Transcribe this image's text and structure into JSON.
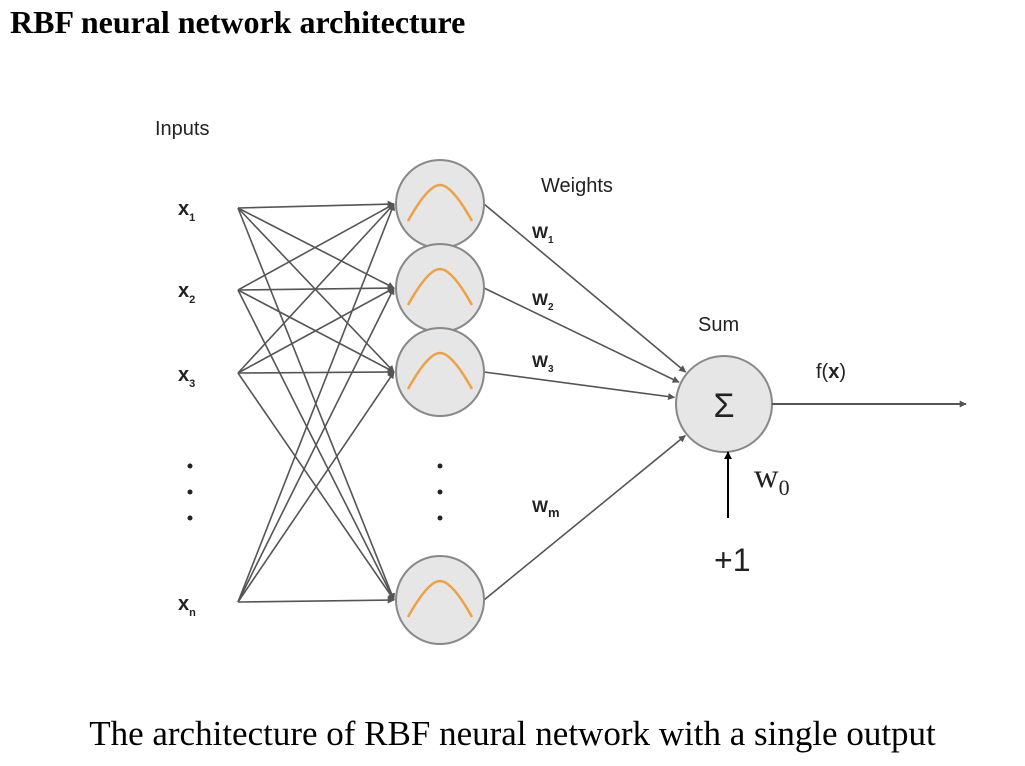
{
  "title": "RBF neural network architecture",
  "caption": "The architecture of RBF neural network with a single output",
  "labels": {
    "inputs": "Inputs",
    "weights": "Weights",
    "sum": "Sum",
    "output": "f(x)",
    "output_fn": "f(",
    "output_var": "x",
    "output_close": ")",
    "bias_weight": "w",
    "bias_weight_sub": "0",
    "bias_input": "+1",
    "sum_symbol": "Σ"
  },
  "inputs": [
    {
      "base": "x",
      "sub": "1"
    },
    {
      "base": "x",
      "sub": "2"
    },
    {
      "base": "x",
      "sub": "3"
    },
    {
      "base": "x",
      "sub": "n"
    }
  ],
  "weights": [
    {
      "base": "W",
      "sub": "1"
    },
    {
      "base": "W",
      "sub": "2"
    },
    {
      "base": "W",
      "sub": "3"
    },
    {
      "base": "W",
      "sub": "m"
    }
  ],
  "colors": {
    "line": "#555555",
    "node_fill": "#e6e6e6",
    "node_stroke": "#888888",
    "gaussian": "#f0a040"
  }
}
